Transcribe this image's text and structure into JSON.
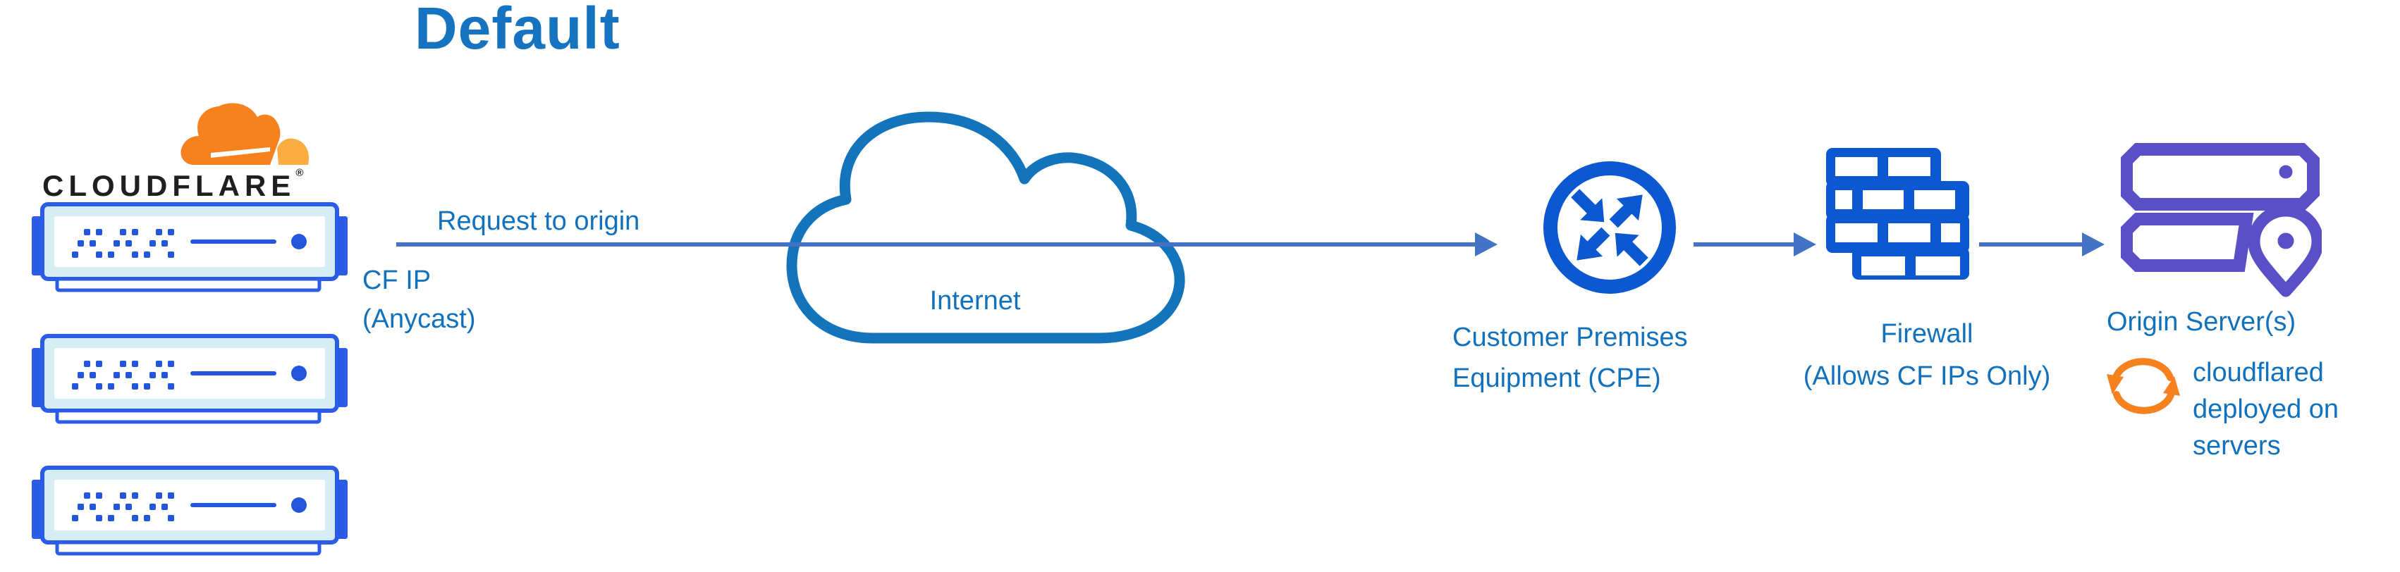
{
  "title": "Default",
  "brand": {
    "wordmark": "CLOUDFLARE",
    "registered": "®"
  },
  "edge": {
    "request_label": "Request to origin",
    "ip_line1": "CF IP",
    "ip_line2": "(Anycast)"
  },
  "internet": {
    "label": "Internet"
  },
  "cpe": {
    "line1": "Customer Premises",
    "line2": "Equipment (CPE)"
  },
  "firewall": {
    "line1": "Firewall",
    "line2": "(Allows CF IPs Only)"
  },
  "origin": {
    "label": "Origin Server(s)",
    "note_line1": "cloudflared",
    "note_line2": "deployed on",
    "note_line3": "servers"
  },
  "icons": {
    "cloudflare_logo": "cloudflare-cloud-icon",
    "server_rack": "server-rack-icon",
    "internet_cloud": "cloud-icon",
    "cpe": "router-arrows-icon",
    "firewall": "brick-wall-icon",
    "origin_servers": "server-stack-location-icon",
    "cloudflared": "sync-arrows-icon"
  },
  "colors": {
    "connector_blue": "#4472c4",
    "label_blue": "#1171bd",
    "title_blue": "#1573c0",
    "icon_blue": "#0b58d0",
    "cloud_blue": "#1374bc",
    "rack_border_blue": "#2b5ce7",
    "rack_panel_light": "#d6edf4",
    "rack_detail_blue": "#2456dd",
    "origin_purple": "#5a4fc6",
    "cf_orange": "#f6821f",
    "cf_orange_light": "#fbad41",
    "wordmark_black": "#1f1f1f"
  }
}
